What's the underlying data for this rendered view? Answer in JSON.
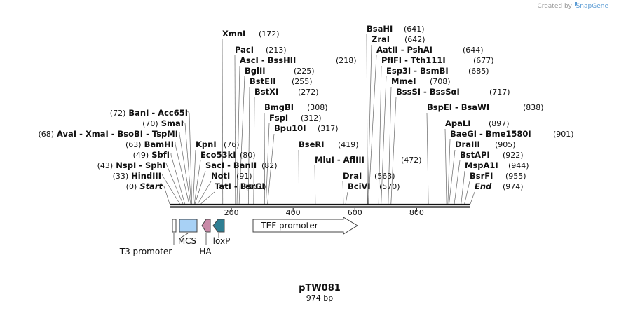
{
  "credit": {
    "created_by": "Created by",
    "brand": "SnapGene"
  },
  "map": {
    "title": "pTW081",
    "length_label": "974 bp",
    "length": 974,
    "ticks": [
      "200",
      "400",
      "600",
      "800"
    ],
    "enzymes_left": [
      {
        "position": "(0)",
        "names": [
          "Start"
        ],
        "site": 0,
        "italic": true
      },
      {
        "position": "(33)",
        "names": [
          "HindIII"
        ],
        "site": 33
      },
      {
        "position": "(43)",
        "names": [
          "NspI",
          "SphI"
        ],
        "site": 43
      },
      {
        "position": "(49)",
        "names": [
          "SbfI"
        ],
        "site": 49
      },
      {
        "position": "(63)",
        "names": [
          "BamHI"
        ],
        "site": 63
      },
      {
        "position": "(68)",
        "names": [
          "AvaI",
          "XmaI",
          "BsoBI",
          "TspMI"
        ],
        "site": 68
      },
      {
        "position": "(70)",
        "names": [
          "SmaI"
        ],
        "site": 70
      },
      {
        "position": "(72)",
        "names": [
          "BanI",
          "Acc65I"
        ],
        "site": 72
      }
    ],
    "enzymes_right": [
      {
        "names": [
          "TatI",
          "BsrGI"
        ],
        "position": "(101)",
        "site": 101
      },
      {
        "names": [
          "NotI"
        ],
        "position": "(91)",
        "site": 91
      },
      {
        "names": [
          "SacI",
          "BanII"
        ],
        "position": "(82)",
        "site": 82
      },
      {
        "names": [
          "Eco53kI"
        ],
        "position": "(80)",
        "site": 80
      },
      {
        "names": [
          "KpnI"
        ],
        "position": "(76)",
        "site": 76
      },
      {
        "names": [
          "XmnI"
        ],
        "position": "(172)",
        "site": 172
      },
      {
        "names": [
          "PacI"
        ],
        "position": "(213)",
        "site": 213
      },
      {
        "names": [
          "AscI",
          "BssHII"
        ],
        "position": "(218)",
        "site": 218
      },
      {
        "names": [
          "BglII"
        ],
        "position": "(225)",
        "site": 225
      },
      {
        "names": [
          "BstEII"
        ],
        "position": "(255)",
        "site": 255
      },
      {
        "names": [
          "BstXI"
        ],
        "position": "(272)",
        "site": 272
      },
      {
        "names": [
          "BmgBI"
        ],
        "position": "(308)",
        "site": 308
      },
      {
        "names": [
          "FspI"
        ],
        "position": "(312)",
        "site": 312
      },
      {
        "names": [
          "Bpu10I"
        ],
        "position": "(317)",
        "site": 317
      },
      {
        "names": [
          "BseRI"
        ],
        "position": "(419)",
        "site": 419
      },
      {
        "names": [
          "MluI",
          "AflIII"
        ],
        "position": "(472)",
        "site": 472
      },
      {
        "names": [
          "DraI"
        ],
        "position": "(563)",
        "site": 563
      },
      {
        "names": [
          "BciVI"
        ],
        "position": "(570)",
        "site": 570
      },
      {
        "names": [
          "BsaHI"
        ],
        "position": "(641)",
        "site": 641
      },
      {
        "names": [
          "ZraI"
        ],
        "position": "(642)",
        "site": 642
      },
      {
        "names": [
          "AatII",
          "PshAI"
        ],
        "position": "(644)",
        "site": 644
      },
      {
        "names": [
          "PflFI",
          "Tth111I"
        ],
        "position": "(677)",
        "site": 677
      },
      {
        "names": [
          "Esp3I",
          "BsmBI"
        ],
        "position": "(685)",
        "site": 685
      },
      {
        "names": [
          "MmeI"
        ],
        "position": "(708)",
        "site": 708
      },
      {
        "names": [
          "BssSI",
          "BssSαI"
        ],
        "position": "(717)",
        "site": 717
      },
      {
        "names": [
          "BspEI",
          "BsaWI"
        ],
        "position": "(838)",
        "site": 838
      },
      {
        "names": [
          "ApaLI"
        ],
        "position": "(897)",
        "site": 897
      },
      {
        "names": [
          "BaeGI",
          "Bme1580I"
        ],
        "position": "(901)",
        "site": 901
      },
      {
        "names": [
          "DraIII"
        ],
        "position": "(905)",
        "site": 905
      },
      {
        "names": [
          "BstAPI"
        ],
        "position": "(922)",
        "site": 922
      },
      {
        "names": [
          "MspA1I"
        ],
        "position": "(944)",
        "site": 944
      },
      {
        "names": [
          "BsrFI"
        ],
        "position": "(955)",
        "site": 955
      },
      {
        "names": [
          "End"
        ],
        "position": "(974)",
        "site": 974,
        "italic": true
      }
    ],
    "features": [
      {
        "name": "T3 promoter",
        "color": "#ffffff"
      },
      {
        "name": "MCS",
        "color": "#a8d1f5"
      },
      {
        "name": "HA",
        "color": "#c98aa8"
      },
      {
        "name": "loxP",
        "color": "#2f7f93"
      },
      {
        "name": "TEF promoter",
        "color": "#ffffff"
      }
    ]
  }
}
